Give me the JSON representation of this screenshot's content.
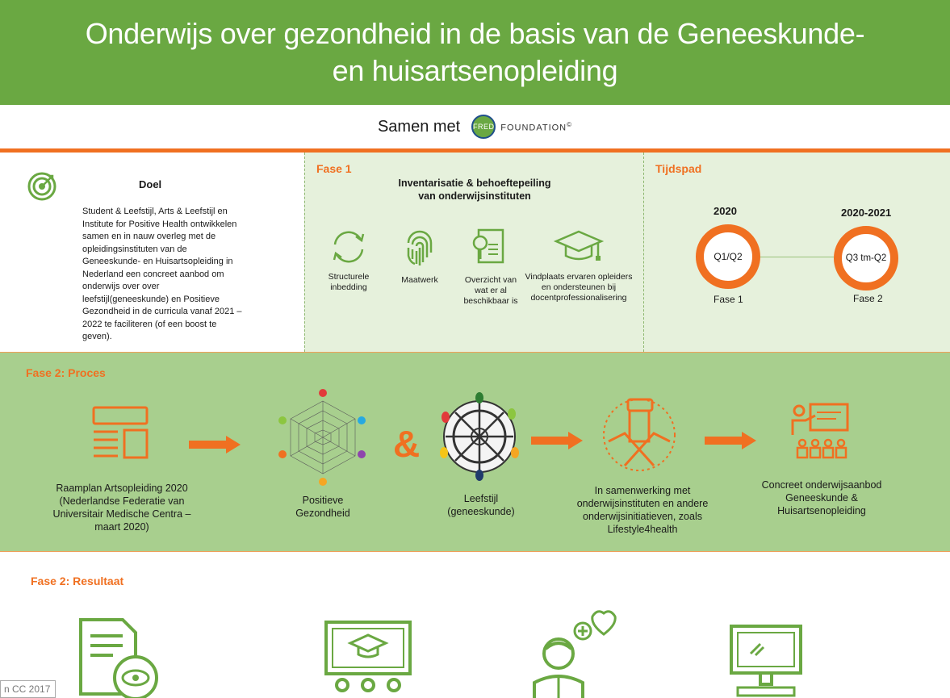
{
  "header": {
    "title_line1": "Onderwijs over gezondheid in de basis van de Geneeskunde-",
    "title_line2": "en huisartsenopleiding"
  },
  "partner": {
    "samen_met": "Samen met",
    "logo_fred": "FRED",
    "logo_foundation": "FOUNDATION",
    "logo_mark": "©"
  },
  "doel": {
    "title": "Doel",
    "text": "Student & Leefstijl, Arts & Leefstijl en Institute for Positive Health ontwikkelen samen en in nauw overleg met de opleidingsinstituten van de Geneeskunde- en Huisartsopleiding in Nederland een concreet aanbod om onderwijs over over leefstijl(geneeskunde) en Positieve Gezondheid in de curricula vanaf 2021 – 2022 te faciliteren (of een boost te geven)."
  },
  "fase1": {
    "label": "Fase 1",
    "title_line1": "Inventarisatie & behoeftepeiling",
    "title_line2": "van onderwijsinstituten",
    "items": [
      {
        "label": "Structurele inbedding",
        "icon": "refresh-icon"
      },
      {
        "label": "Maatwerk",
        "icon": "fingerprint-icon"
      },
      {
        "label": "Overzicht van wat er al beschikbaar is",
        "icon": "document-search-icon"
      },
      {
        "label": "Vindplaats ervaren opleiders en ondersteunen bij docentprofessionalisering",
        "icon": "graduation-cap-icon"
      }
    ]
  },
  "tijdspad": {
    "label": "Tijdspad",
    "year1": "2020",
    "year2": "2020-2021",
    "ring1": "Q1/Q2",
    "ring2": "Q3 tm-Q2",
    "fase1": "Fase 1",
    "fase2": "Fase 2"
  },
  "proces": {
    "label": "Fase 2: Proces",
    "steps": [
      "Raamplan Artsopleiding 2020 (Nederlandse Federatie van Universitair Medische Centra – maart 2020)",
      "Positieve Gezondheid",
      "Leefstijl (geneeskunde)",
      "In samenwerking met onderwijsinstituten en andere onderwijsinitiatieven, zoals Lifestyle4health",
      "Concreet onderwijsaanbod Geneeskunde & Huisartsenopleiding"
    ],
    "ampersand": "&"
  },
  "resultaat": {
    "label": "Fase 2: Resultaat"
  },
  "footer": {
    "cc": "n CC 2017"
  },
  "colors": {
    "green": "#6aa842",
    "orange": "#f07021",
    "light_green": "#e6f1dc",
    "mid_green": "#a8cf8e"
  }
}
